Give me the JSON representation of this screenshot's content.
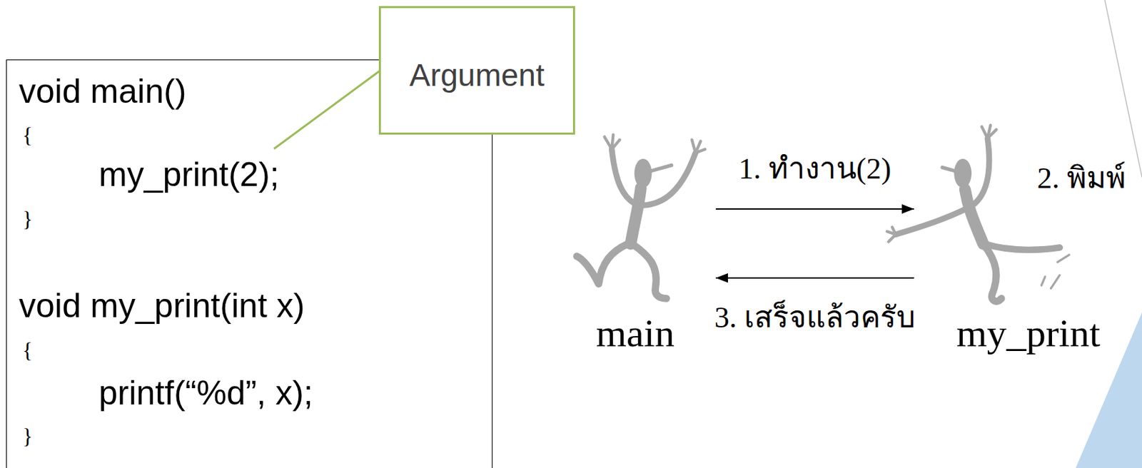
{
  "diagram": {
    "nodes": [
      {
        "text": [
          "void main()",
          "{",
          "my_print(2);",
          "}",
          "void my_print(int x)",
          "{",
          "printf(“%d”, x);",
          "}"
        ]
      },
      {
        "text": [
          "Argument"
        ]
      },
      {
        "text": [
          "main"
        ]
      },
      {
        "text": [
          "my_print"
        ]
      }
    ],
    "edges": [
      {
        "from": 2,
        "to": 3,
        "arrow": "to",
        "label": "1. ทำงาน(2)"
      },
      {
        "from": 3,
        "to": 2,
        "arrow": "to",
        "label": "3. เสร็จแล้วครับ"
      }
    ],
    "labels": [
      "2. พิมพ์"
    ]
  }
}
